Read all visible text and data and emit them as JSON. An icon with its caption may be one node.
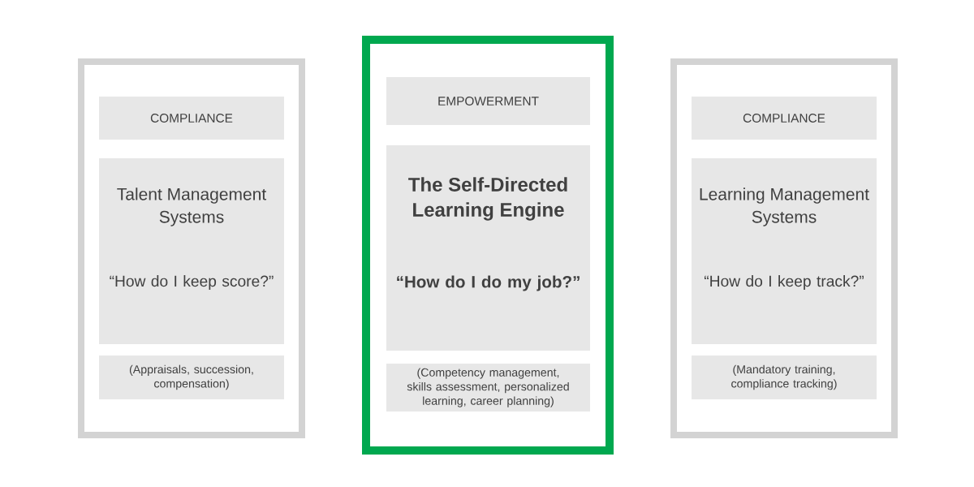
{
  "diagram": {
    "nodes": [
      {
        "text": [],
        "shape": "box"
      },
      {
        "text": [
          "COMPLIANCE"
        ],
        "in": 0
      },
      {
        "text": [
          "Talent Management Systems",
          "“How do I keep score?”"
        ],
        "in": 0
      },
      {
        "text": [
          "(Appraisals, succession, compensation)"
        ],
        "in": 0
      },
      {
        "text": [],
        "shape": "box"
      },
      {
        "text": [
          "EMPOWERMENT"
        ],
        "in": 4
      },
      {
        "text": [
          "The Self-Directed Learning Engine",
          "“How do I do my job?”"
        ],
        "in": 4
      },
      {
        "text": [
          "(Competency management, skills assessment, personalized learning, career planning)"
        ],
        "in": 4
      },
      {
        "text": [],
        "shape": "box"
      },
      {
        "text": [
          "COMPLIANCE"
        ],
        "in": 8
      },
      {
        "text": [
          "Learning Management Systems",
          "“How do I keep track?”"
        ],
        "in": 8
      },
      {
        "text": [
          "(Mandatory training, compliance tracking)"
        ],
        "in": 8
      }
    ]
  }
}
